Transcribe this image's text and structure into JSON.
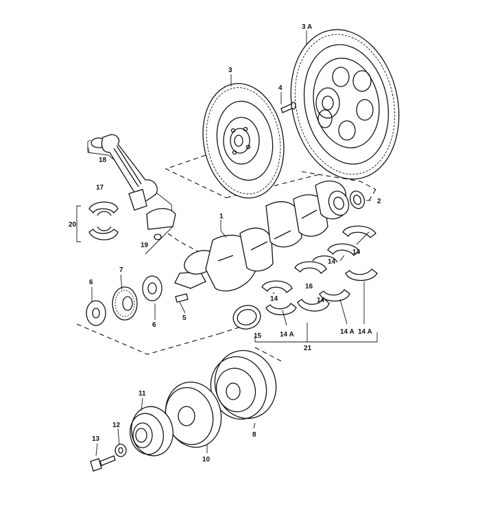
{
  "labels": {
    "l1": "1",
    "l2": "2",
    "l3": "3",
    "l3a": "3 A",
    "l4": "4",
    "l5": "5",
    "l6a": "6",
    "l6b": "6",
    "l7": "7",
    "l8": "8",
    "l10": "10",
    "l11": "11",
    "l12": "12",
    "l13": "13",
    "l14a": "14",
    "l14b": "14",
    "l14c": "14",
    "l14d": "14",
    "l14A1": "14 A",
    "l14A2": "14 A",
    "l14A3": "14 A",
    "l15": "15",
    "l16": "16",
    "l17": "17",
    "l18": "18",
    "l19": "19",
    "l20": "20",
    "l21": "21"
  }
}
